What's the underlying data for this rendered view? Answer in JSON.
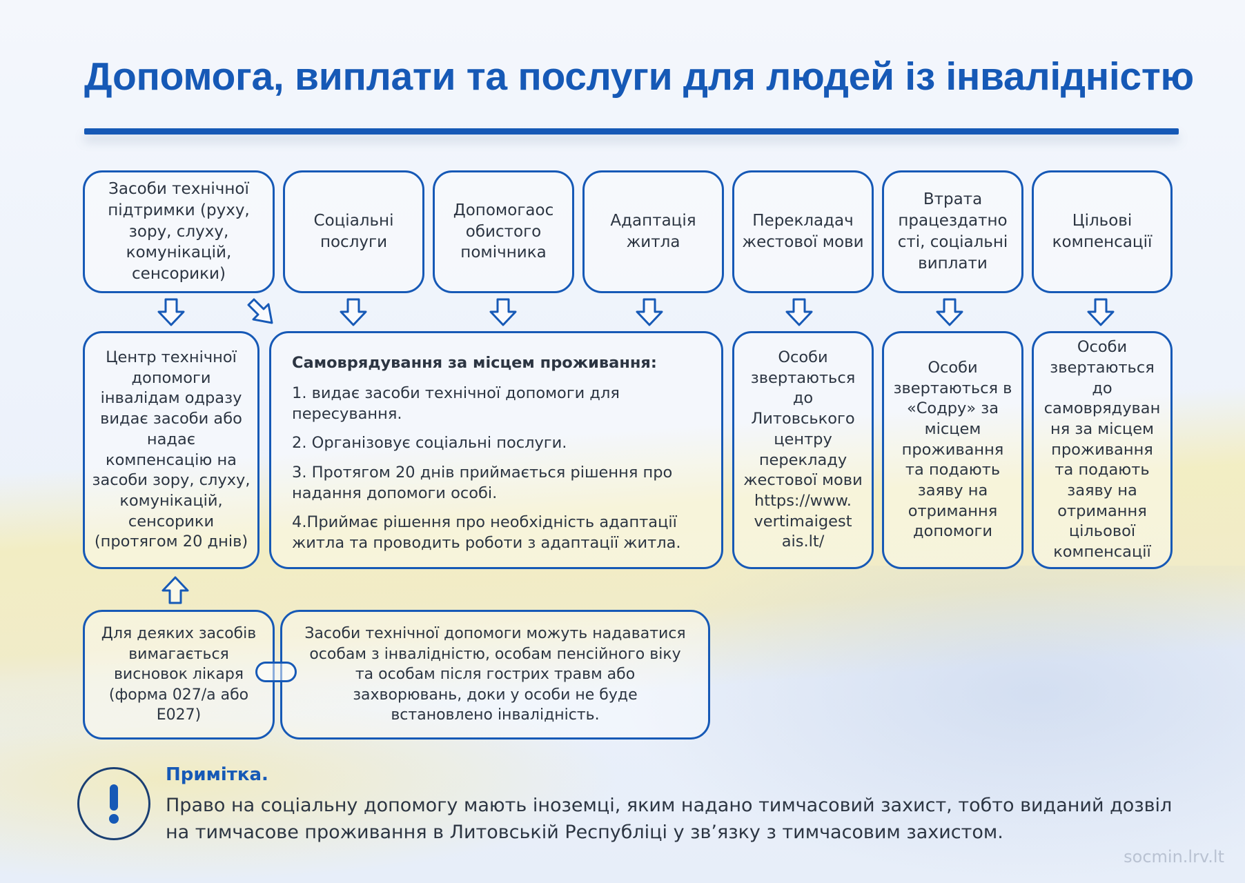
{
  "title": "Допомога, виплати та послуги для людей із інвалідністю",
  "top_boxes": [
    "Засоби технічної підтримки (руху, зору, слуху, комунікацій, сенсорики)",
    "Соціальні послуги",
    "Допомогаос обистого помічника",
    "Адаптація житла",
    "Перекладач жестової мови",
    "Втрата працездатно сті, соціальні виплати",
    "Цільові компенсації"
  ],
  "tech_center": "Центр технічної допомоги інвалідам одразу видає засоби або надає компенсацію на засоби зору, слуху, комунікацій, сенсорики (протягом 20 днів)",
  "municipality": {
    "heading": "Самоврядування за місцем проживання:",
    "items": [
      "1. видає засоби технічної допомоги для пересування.",
      "2. Організовує соціальні послуги.",
      "3. Протягом 20 днів приймається рішення про надання допомоги особі.",
      "4.Приймає рішення про необхідність адаптації житла та проводить роботи з адаптації житла."
    ]
  },
  "sign_language": "Особи звертаються до Литовського центру перекладу жестової мови https://www. vertimaigest ais.lt/",
  "sodra": "Особи звертаються в «Содру» за місцем проживання та подають заяву на отримання допомоги",
  "compensation": "Особи звертаються до самоврядуван ня за місцем проживання та подають заяву на отримання цільової компенсації",
  "doctor_note": "Для деяких засобів вимагається висновок лікаря (форма 027/а або Е027)",
  "eligibility": "Засоби технічної допомоги можуть надаватися особам з інвалідністю, особам пенсійного віку та особам після гострих травм або захворювань, доки у особи не буде встановлено інвалідність.",
  "note": {
    "title": "Примітка.",
    "text": "Право на соціальну допомогу мають іноземці, яким надано тимчасовий захист, тобто виданий дозвіл на тимчасове проживання в Литовській Республіці у зв’язку з тимчасовим захистом."
  },
  "site": "socmin.lrv.lt",
  "colors": {
    "accent": "#1659b6",
    "text": "#2c3542",
    "icon_dark": "#1a3f73",
    "muted": "#b9c2d2"
  }
}
